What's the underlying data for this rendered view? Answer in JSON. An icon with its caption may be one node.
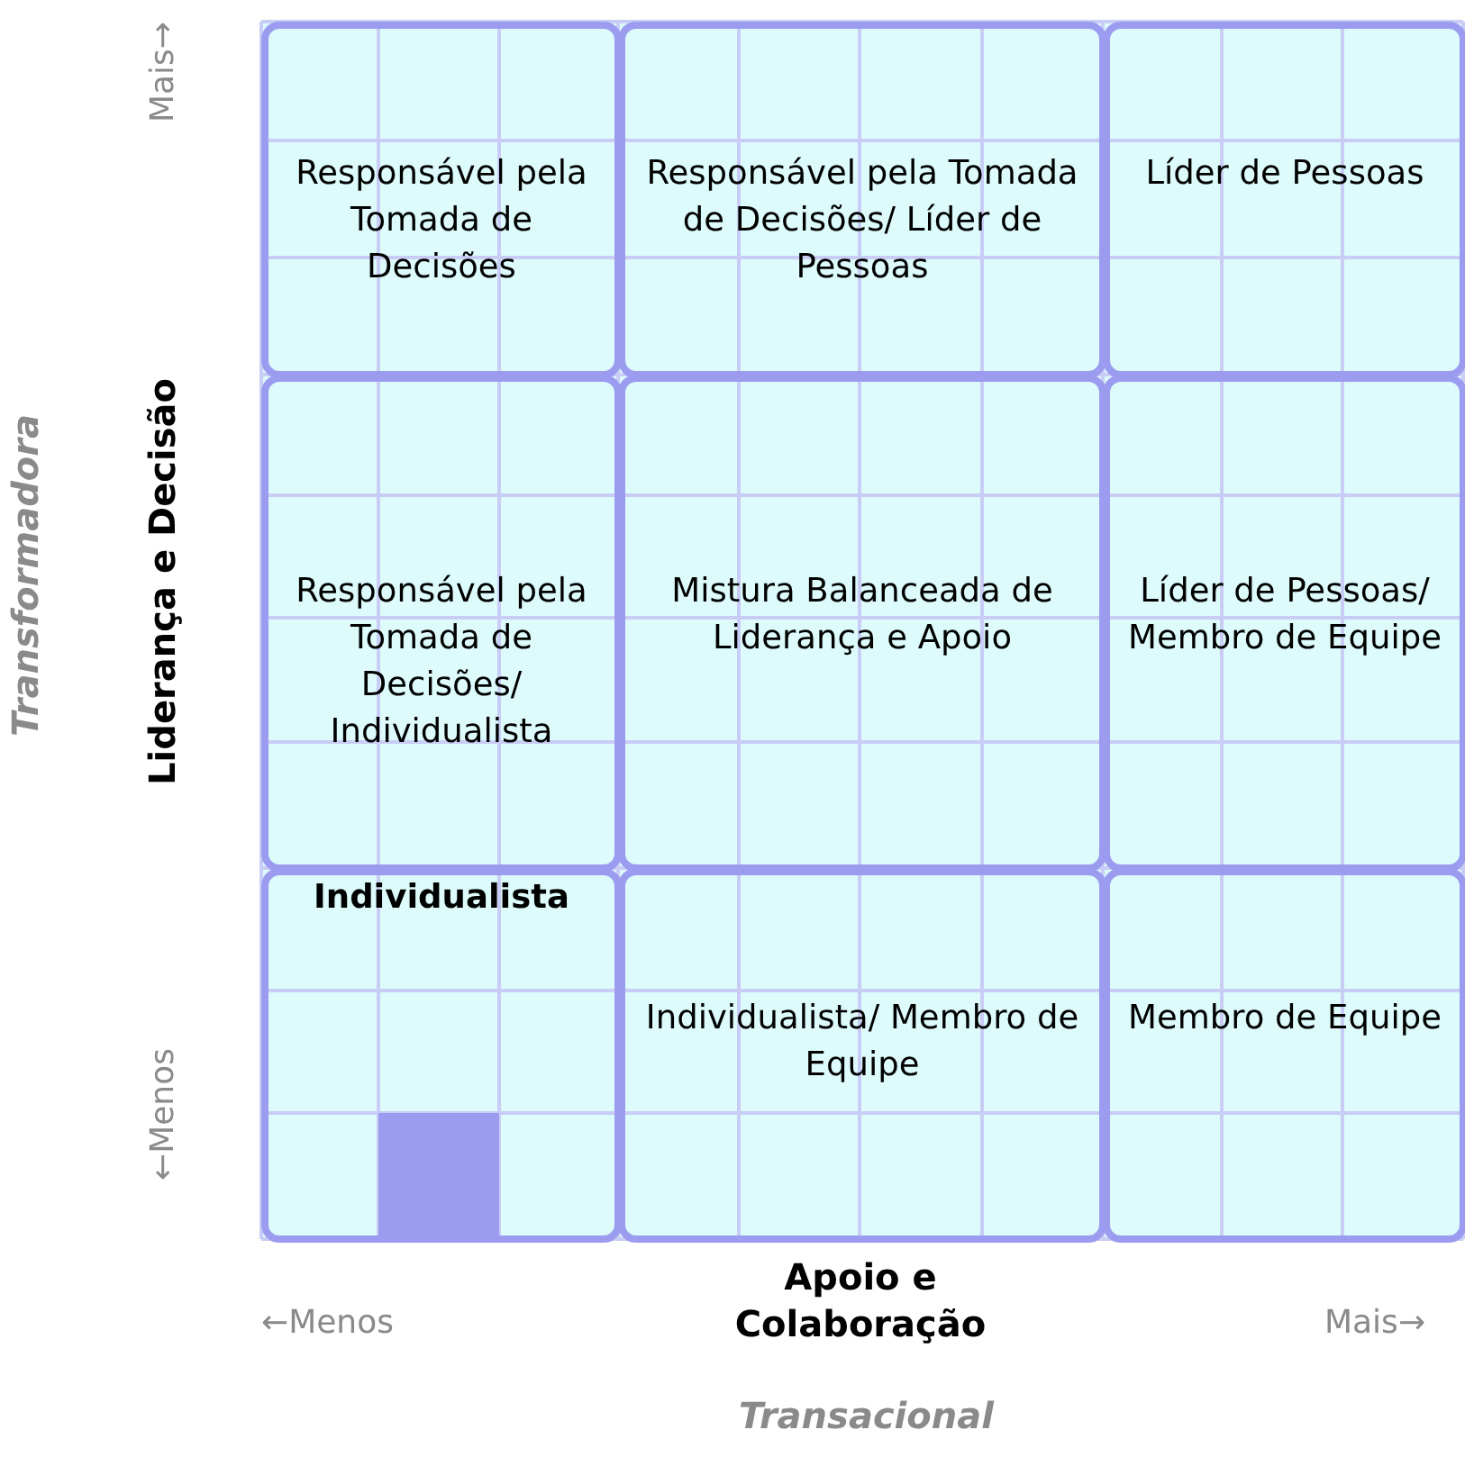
{
  "diagram": {
    "nodes": [
      {
        "text": [
          "Responsável pela Tomada de Decisões"
        ]
      },
      {
        "text": [
          "Responsável pela Tomada de Decisões/ Líder de Pessoas"
        ]
      },
      {
        "text": [
          "Líder de Pessoas"
        ]
      },
      {
        "text": [
          "Responsável pela Tomada de Decisões/ Individualista"
        ]
      },
      {
        "text": [
          "Mistura Balanceada de Liderança e Apoio"
        ]
      },
      {
        "text": [
          "Líder de Pessoas/ Membro de Equipe"
        ]
      },
      {
        "text": [
          "Individualista"
        ]
      },
      {
        "text": [
          "Individualista/ Membro de Equipe"
        ]
      },
      {
        "text": [
          "Membro de Equipe"
        ]
      }
    ],
    "labels": [
      "Mais→",
      "Transformadora",
      "Liderança e Decisão",
      "←Menos",
      "←Menos",
      "Apoio e Colaboração",
      "Mais→",
      "Transacional"
    ]
  }
}
